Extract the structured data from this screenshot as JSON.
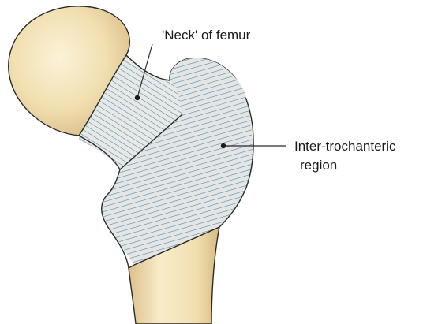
{
  "labels": {
    "neck": "'Neck' of femur",
    "inter_line1": "Inter-trochanteric",
    "inter_line2": "region"
  },
  "colors": {
    "bone": "#f2e2b8",
    "bone_shadow": "#d9c08a",
    "outline": "#2b2b2b",
    "hatch": "#4f7fa5"
  },
  "icons": {
    "femur": "proximal-femur-illustration"
  }
}
